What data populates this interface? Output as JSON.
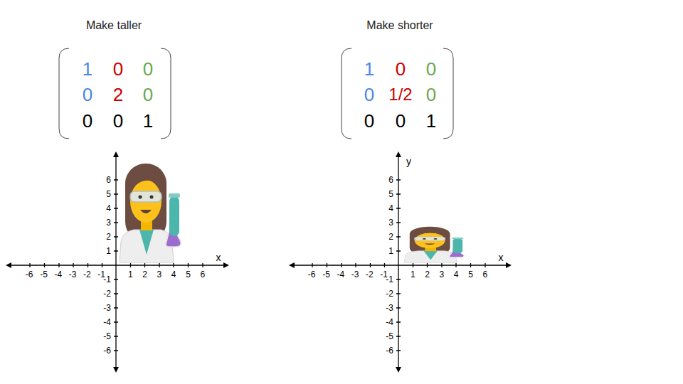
{
  "diagram": {
    "labels": [
      "Make taller",
      "Make shorter",
      "1",
      "0",
      "0",
      "0",
      "2",
      "0",
      "0",
      "0",
      "1",
      "1",
      "0",
      "0",
      "0",
      "1/2",
      "0",
      "0",
      "0",
      "1",
      "6",
      "5",
      "4",
      "3",
      "2",
      "1",
      "-6",
      "-5",
      "-4",
      "-3",
      "-2",
      "-1",
      "1",
      "2",
      "3",
      "4",
      "5",
      "6",
      "x",
      "-1",
      "-2",
      "-3",
      "-4",
      "-5",
      "-6",
      "y",
      "6",
      "5",
      "4",
      "3",
      "2",
      "1",
      "-6",
      "-5",
      "-4",
      "-3",
      "-2",
      "-1",
      "1",
      "2",
      "3",
      "4",
      "5",
      "6",
      "x",
      "-1",
      "-2",
      "-3",
      "-4",
      "-5",
      "-6"
    ]
  }
}
